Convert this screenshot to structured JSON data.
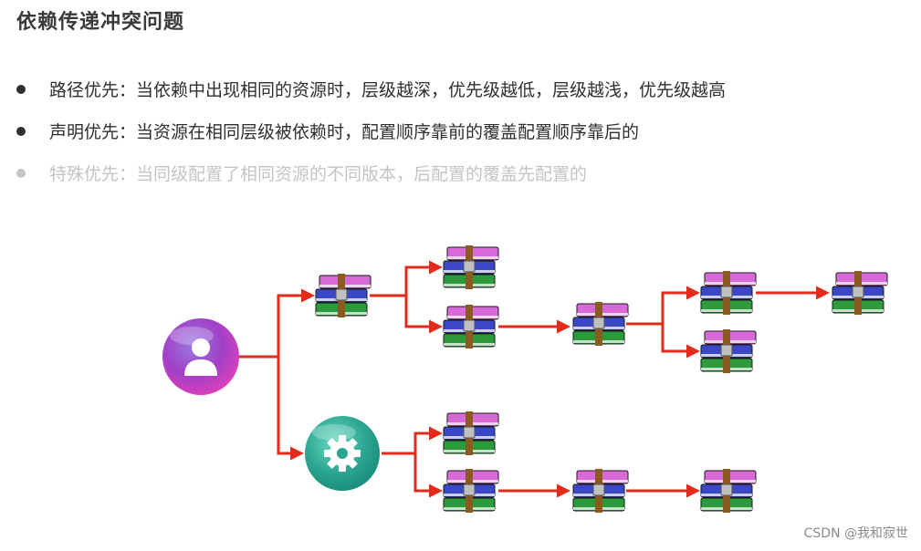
{
  "title": "依赖传递冲突问题",
  "bullets": [
    {
      "text": "路径优先：当依赖中出现相同的资源时，层级越深，优先级越低，层级越浅，优先级越高",
      "faded": false
    },
    {
      "text": "声明优先：当资源在相同层级被依赖时，配置顺序靠前的覆盖配置顺序靠后的",
      "faded": false
    },
    {
      "text": "特殊优先：当同级配置了相同资源的不同版本，后配置的覆盖先配置的",
      "faded": true
    }
  ],
  "colors": {
    "arrow": "#e32a1b",
    "user_node": "#c040c8",
    "plugin_node": "#2aa590",
    "book_pink": "#d86ad8",
    "book_blue": "#3a48c8",
    "book_green": "#2a9a3a",
    "strap": "#8a5a20"
  },
  "icons": {
    "root": "user-icon",
    "plugin": "gear-icon",
    "package": "archive-package-icon"
  },
  "watermark": "CSDN @我和寂世"
}
